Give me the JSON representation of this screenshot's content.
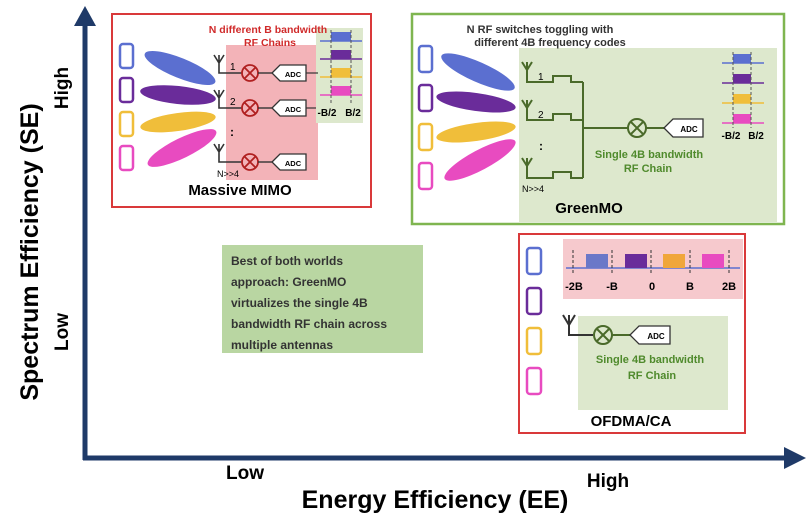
{
  "axes": {
    "y_title": "Spectrum Efficiency (SE)",
    "y_high": "High",
    "y_low": "Low",
    "x_title": "Energy Efficiency (EE)",
    "x_low": "Low",
    "x_high": "High"
  },
  "massive_mimo": {
    "title": "Massive MIMO",
    "caption_line1": "N different B bandwidth",
    "caption_line2": "RF Chains",
    "chain_labels": [
      "1",
      "2",
      ":",
      "N>>4"
    ],
    "adc": "ADC",
    "freq_neg": "-B/2",
    "freq_pos": "B/2"
  },
  "greenmo": {
    "title": "GreenMO",
    "caption_line1": "N RF switches toggling with",
    "caption_line2": "different 4B frequency codes",
    "chain_labels": [
      "1",
      "2",
      ":",
      "N>>4"
    ],
    "adc": "ADC",
    "chain_line1": "Single 4B bandwidth",
    "chain_line2": "RF Chain",
    "freq_neg": "-B/2",
    "freq_pos": "B/2"
  },
  "ofdma": {
    "title": "OFDMA/CA",
    "freq_ticks": [
      "-2B",
      "-B",
      "0",
      "B",
      "2B"
    ],
    "adc": "ADC",
    "chain_line1": "Single 4B bandwidth",
    "chain_line2": "RF Chain"
  },
  "callout": {
    "lines": [
      "Best of both worlds",
      "approach: GreenMO",
      "virtualizes the single 4B",
      "bandwidth RF chain across",
      "multiple antennas"
    ]
  },
  "colors": {
    "blue": "#5b6fd0",
    "purple": "#6a2c9a",
    "yellow": "#f0be3a",
    "pink": "#e84bc0",
    "red_border": "#d9393a",
    "green_border": "#7fb550",
    "green_text": "#4f8a2c",
    "red_text": "#d02a2a",
    "pink_fill": "#f3b3b8",
    "green_fill": "#dde8cd",
    "callout_fill": "#b9d6a2",
    "axis": "#1f3a68"
  }
}
